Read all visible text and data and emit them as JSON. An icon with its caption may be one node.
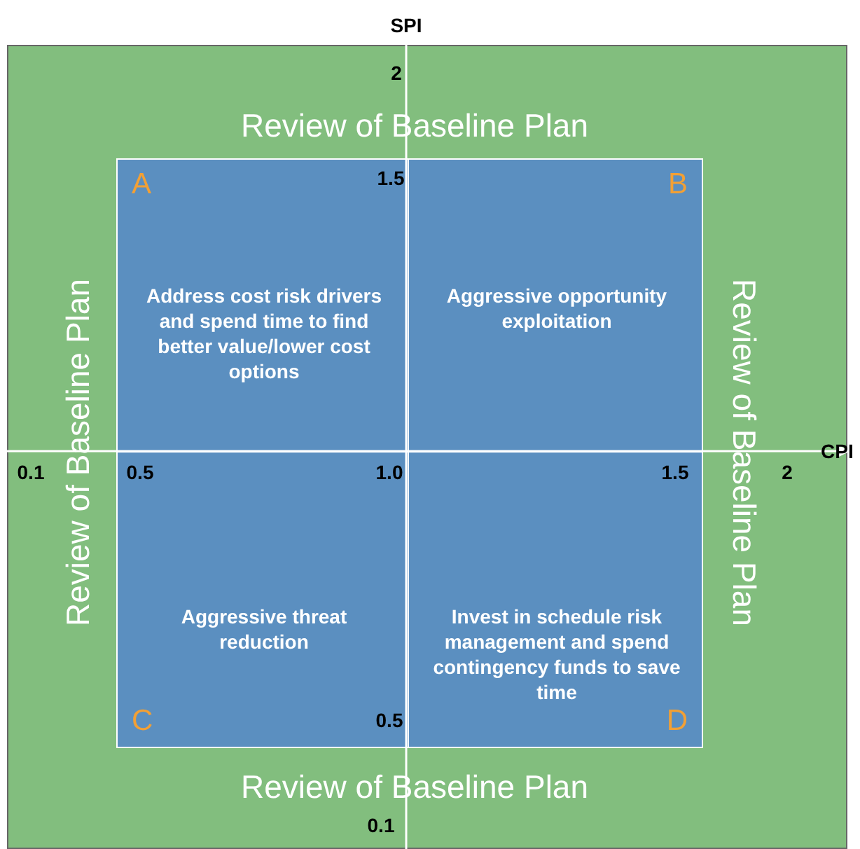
{
  "diagram": {
    "nodes": [
      {
        "text": [
          "Review of Baseline Plan",
          "Review of Baseline Plan",
          "Review of Baseline Plan",
          "Review of Baseline Plan"
        ]
      },
      {
        "text": [
          "A",
          "Address cost risk drivers and spend time to find better value/lower cost options"
        ],
        "in": 0
      },
      {
        "text": [
          "B",
          "Aggressive opportunity exploitation"
        ],
        "in": 0
      },
      {
        "text": [
          "Aggressive threat reduction",
          "C"
        ],
        "in": 0
      },
      {
        "text": [
          "Invest in schedule risk management and spend contingency funds to save time",
          "D"
        ],
        "in": 0
      }
    ],
    "labels": [
      "SPI",
      "2",
      "1.5",
      "CPI",
      "0.1",
      "0.5",
      "1.0",
      "1.5",
      "2",
      "0.5",
      "0.1"
    ]
  }
}
